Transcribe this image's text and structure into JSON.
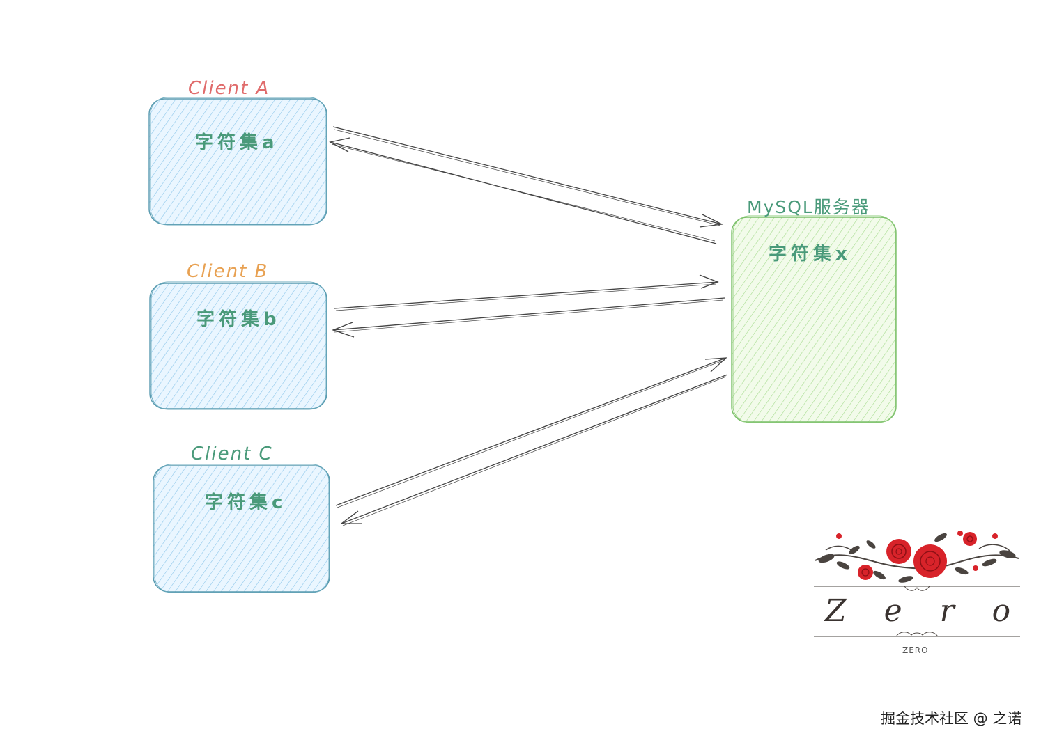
{
  "clients": [
    {
      "id": "a",
      "title": "Client A",
      "charset": "字符集a",
      "title_color": "#e06b6b"
    },
    {
      "id": "b",
      "title": "Client B",
      "charset": "字符集b",
      "title_color": "#e8a152"
    },
    {
      "id": "c",
      "title": "Client C",
      "charset": "字符集c",
      "title_color": "#4a9a7a"
    }
  ],
  "server": {
    "title": "MySQL服务器",
    "charset": "字符集x",
    "title_color": "#4a9a7a"
  },
  "colors": {
    "client_fill": "#a5d8ff",
    "client_stroke": "#5a9bb0",
    "server_fill": "#b2f2bb",
    "server_stroke": "#7bbf6a",
    "charset_text": "#4a9a7a",
    "arrow": "#444444",
    "rose": "#d8232a"
  },
  "logo": {
    "word": "Zero",
    "caption": "ZERO"
  },
  "footer": {
    "text": "掘金技术社区 @ 之诺"
  }
}
